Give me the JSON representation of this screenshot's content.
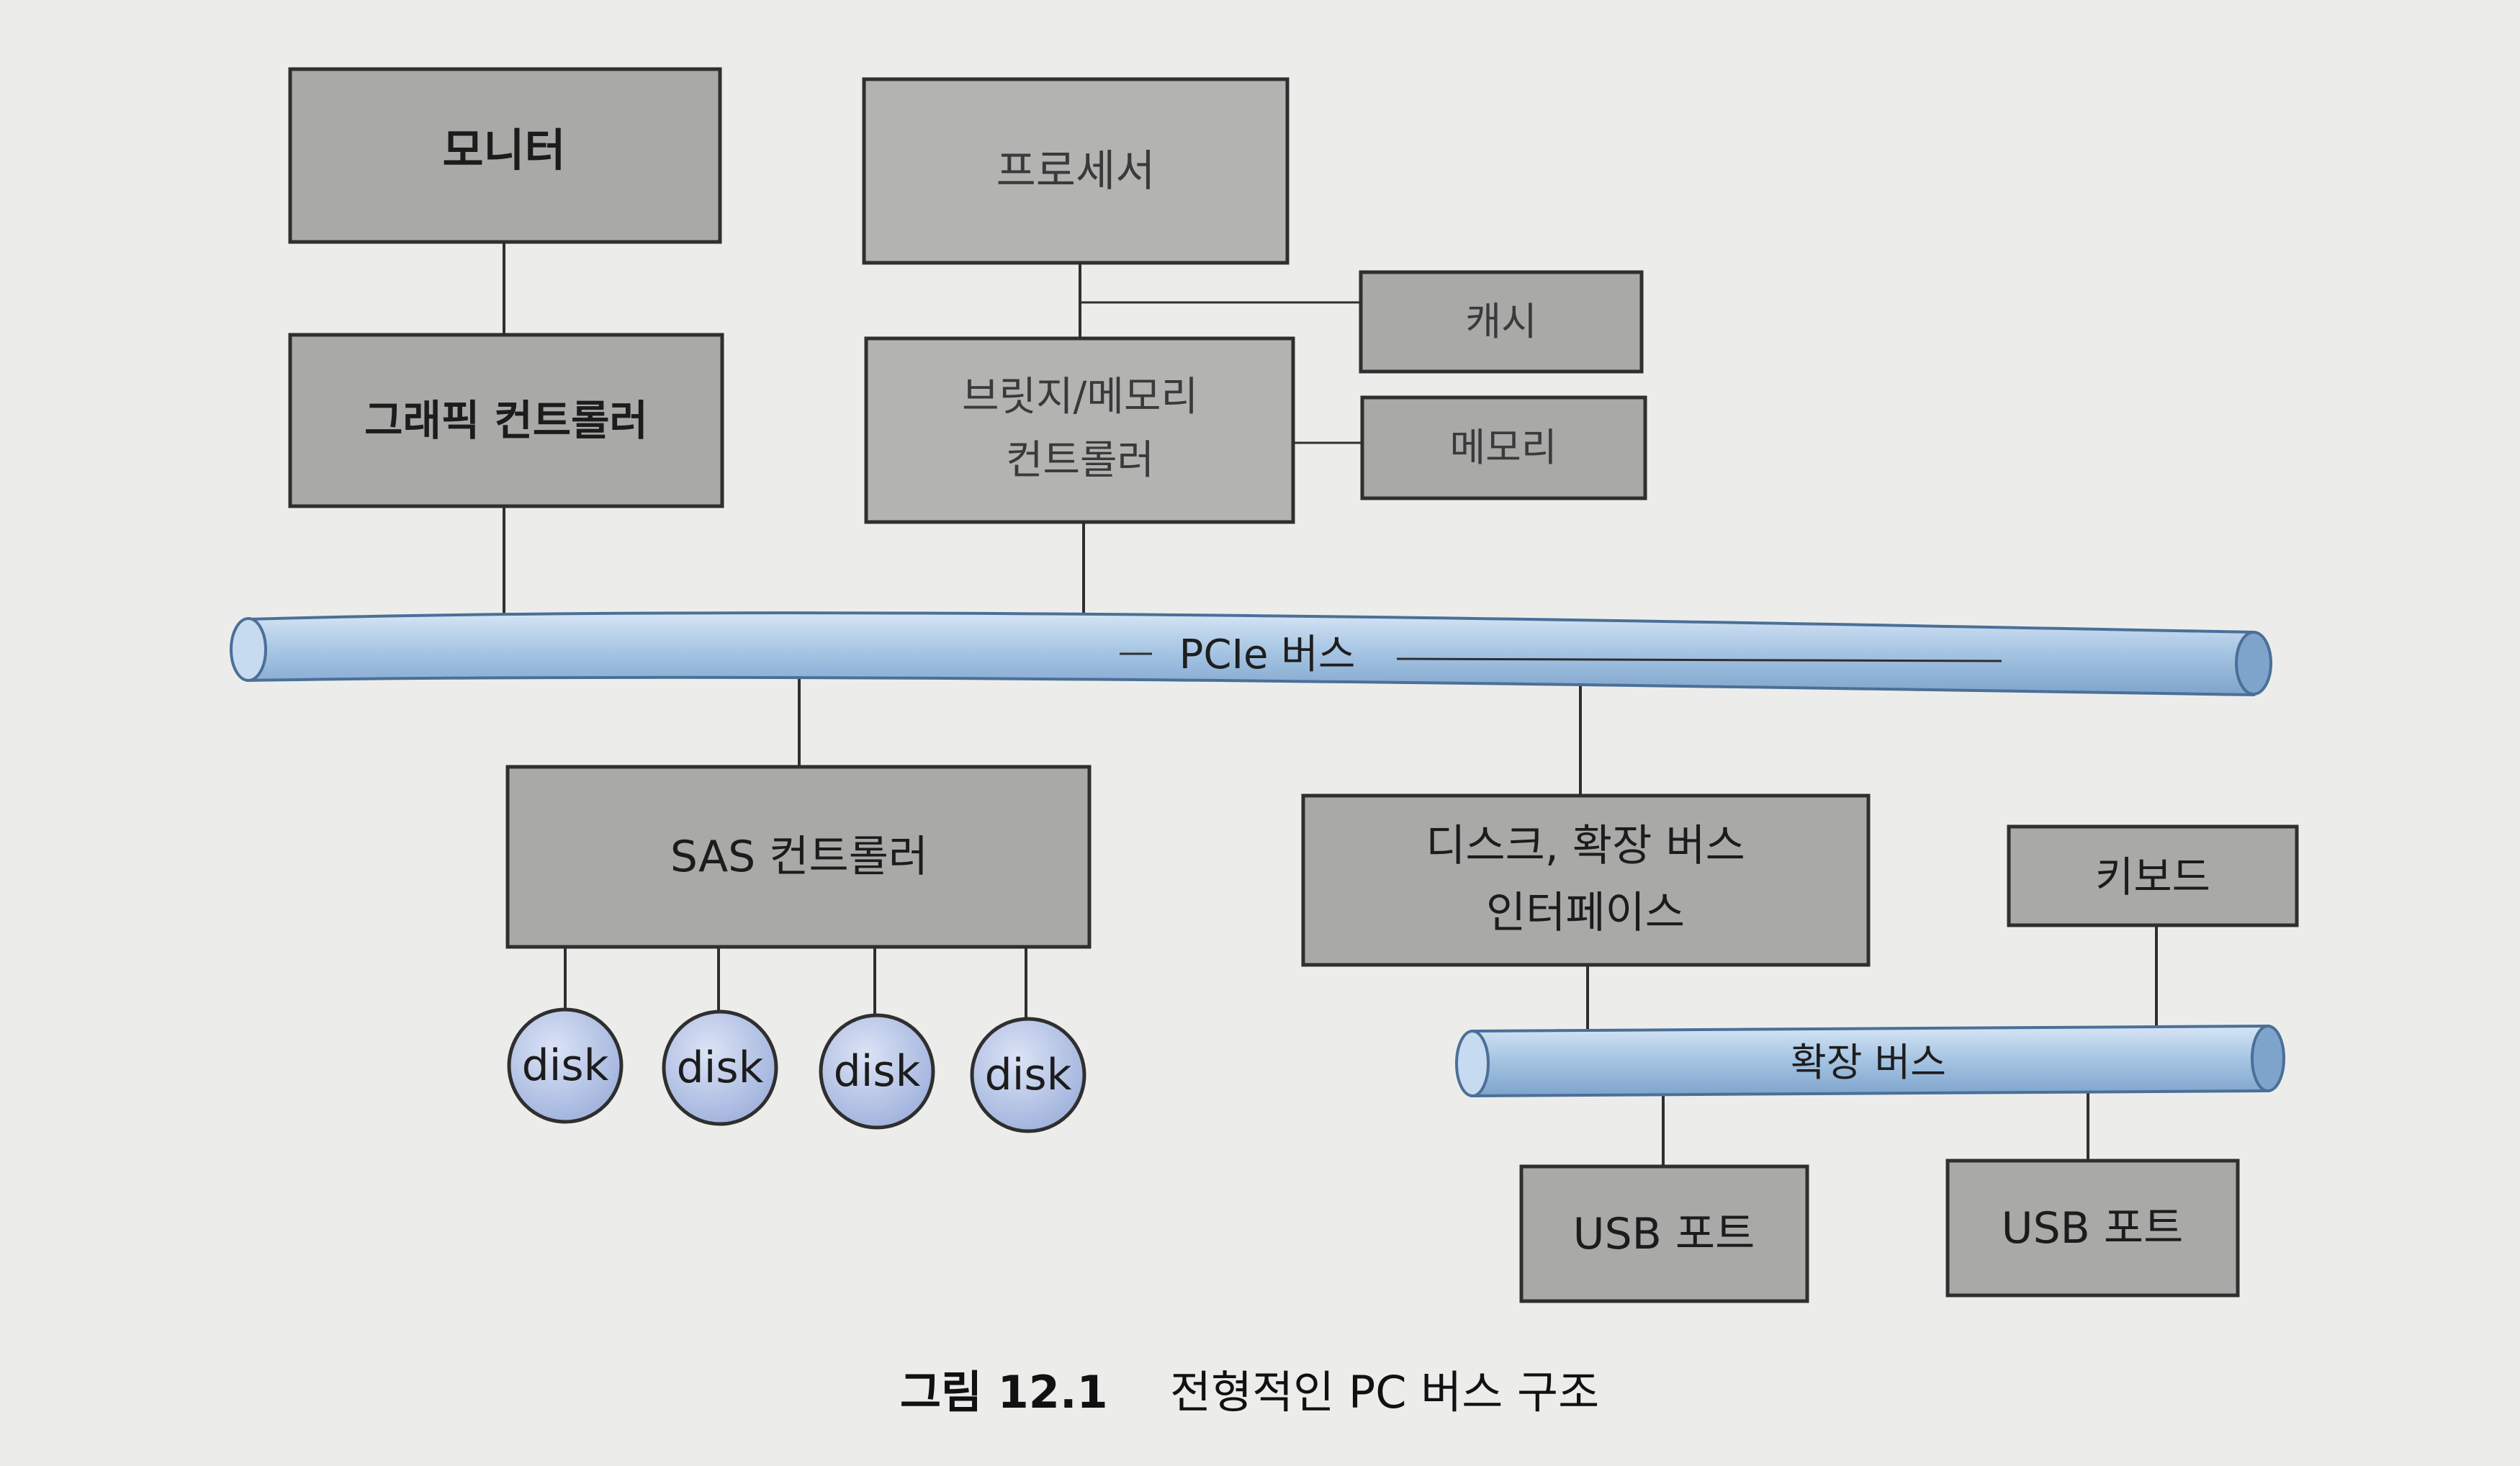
{
  "diagram": {
    "boxes": {
      "monitor": "모니터",
      "processor": "프로세서",
      "cache": "캐시",
      "graphics_controller": "그래픽 컨트롤러",
      "bridge_memory_controller_line1": "브릿지/메모리",
      "bridge_memory_controller_line2": "컨트롤러",
      "memory": "메모리",
      "sas_controller": "SAS 컨트롤러",
      "disk_bus_interface_line1": "디스크, 확장 버스",
      "disk_bus_interface_line2": "인터페이스",
      "keyboard": "키보드",
      "usb_port_1": "USB 포트",
      "usb_port_2": "USB 포트"
    },
    "disks": [
      "disk",
      "disk",
      "disk",
      "disk"
    ],
    "buses": {
      "pcie": "PCIe 버스",
      "expansion": "확장 버스"
    },
    "colors": {
      "box_fill": "#a9a9a7",
      "box_stroke": "#2f2f2f",
      "bus_fill": "#a8c6e4",
      "bus_stroke": "#4b6f98",
      "disk_fill": "#b9c6e6",
      "background": "#ecedea"
    }
  },
  "caption": {
    "label": "그림 12.1",
    "text": "전형적인 PC 버스 구조"
  }
}
